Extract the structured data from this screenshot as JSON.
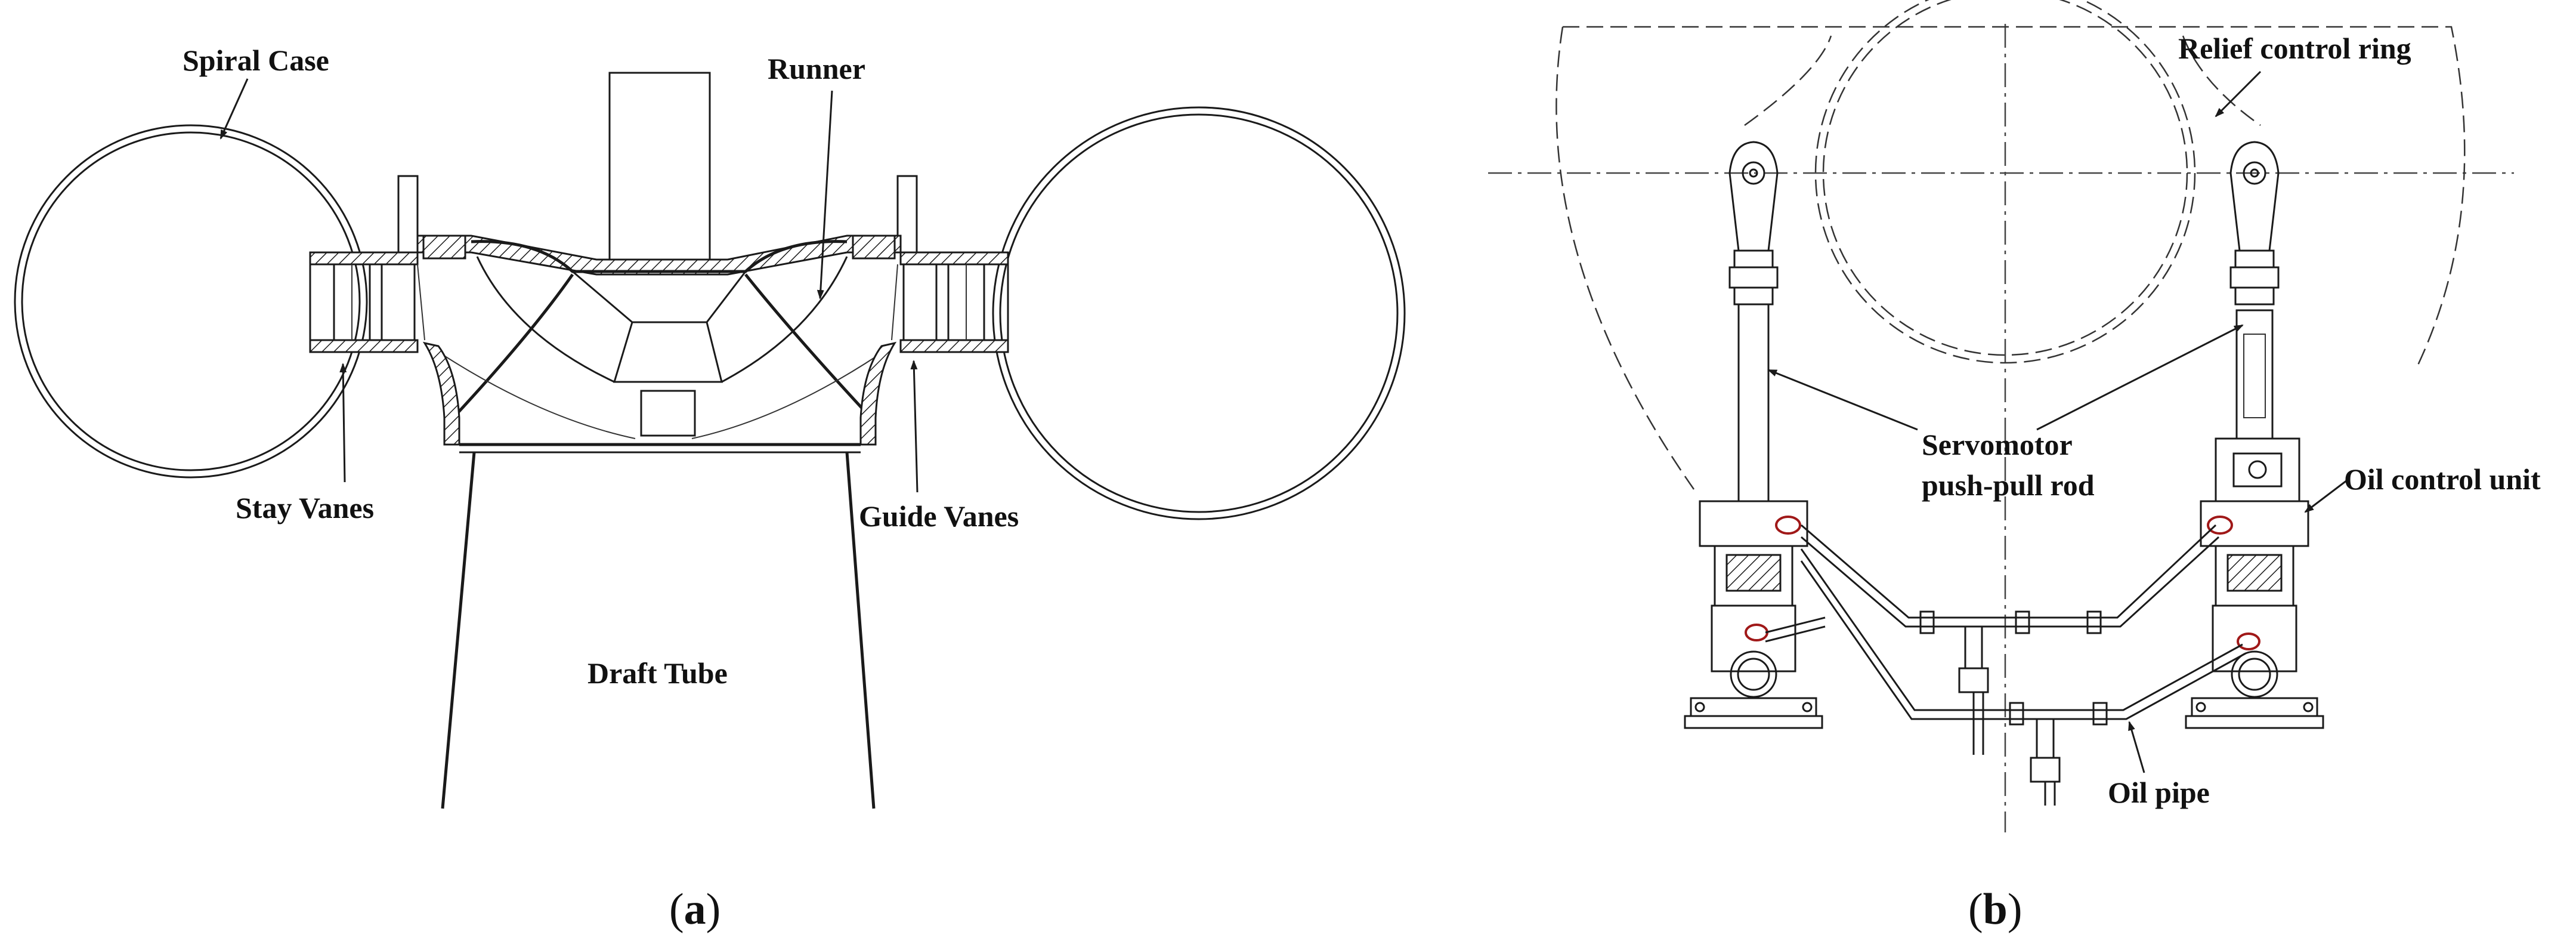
{
  "panel_a": {
    "labels": {
      "spiral_case": "Spiral Case",
      "runner": "Runner",
      "stay_vanes": "Stay Vanes",
      "guide_vanes": "Guide Vanes",
      "draft_tube": "Draft Tube"
    },
    "caption": {
      "open": "(",
      "letter": "a",
      "close": ")"
    }
  },
  "panel_b": {
    "labels": {
      "relief_control_ring": "Relief control ring",
      "servomotor_line1": "Servomotor",
      "servomotor_line2": "push-pull rod",
      "oil_control_unit": "Oil control unit",
      "oil_pipe": "Oil pipe"
    },
    "caption": {
      "open": "(",
      "letter": "b",
      "close": ")"
    }
  },
  "colors": {
    "line": "#1a1a1a",
    "accent_red": "#a01818",
    "background": "#ffffff"
  }
}
